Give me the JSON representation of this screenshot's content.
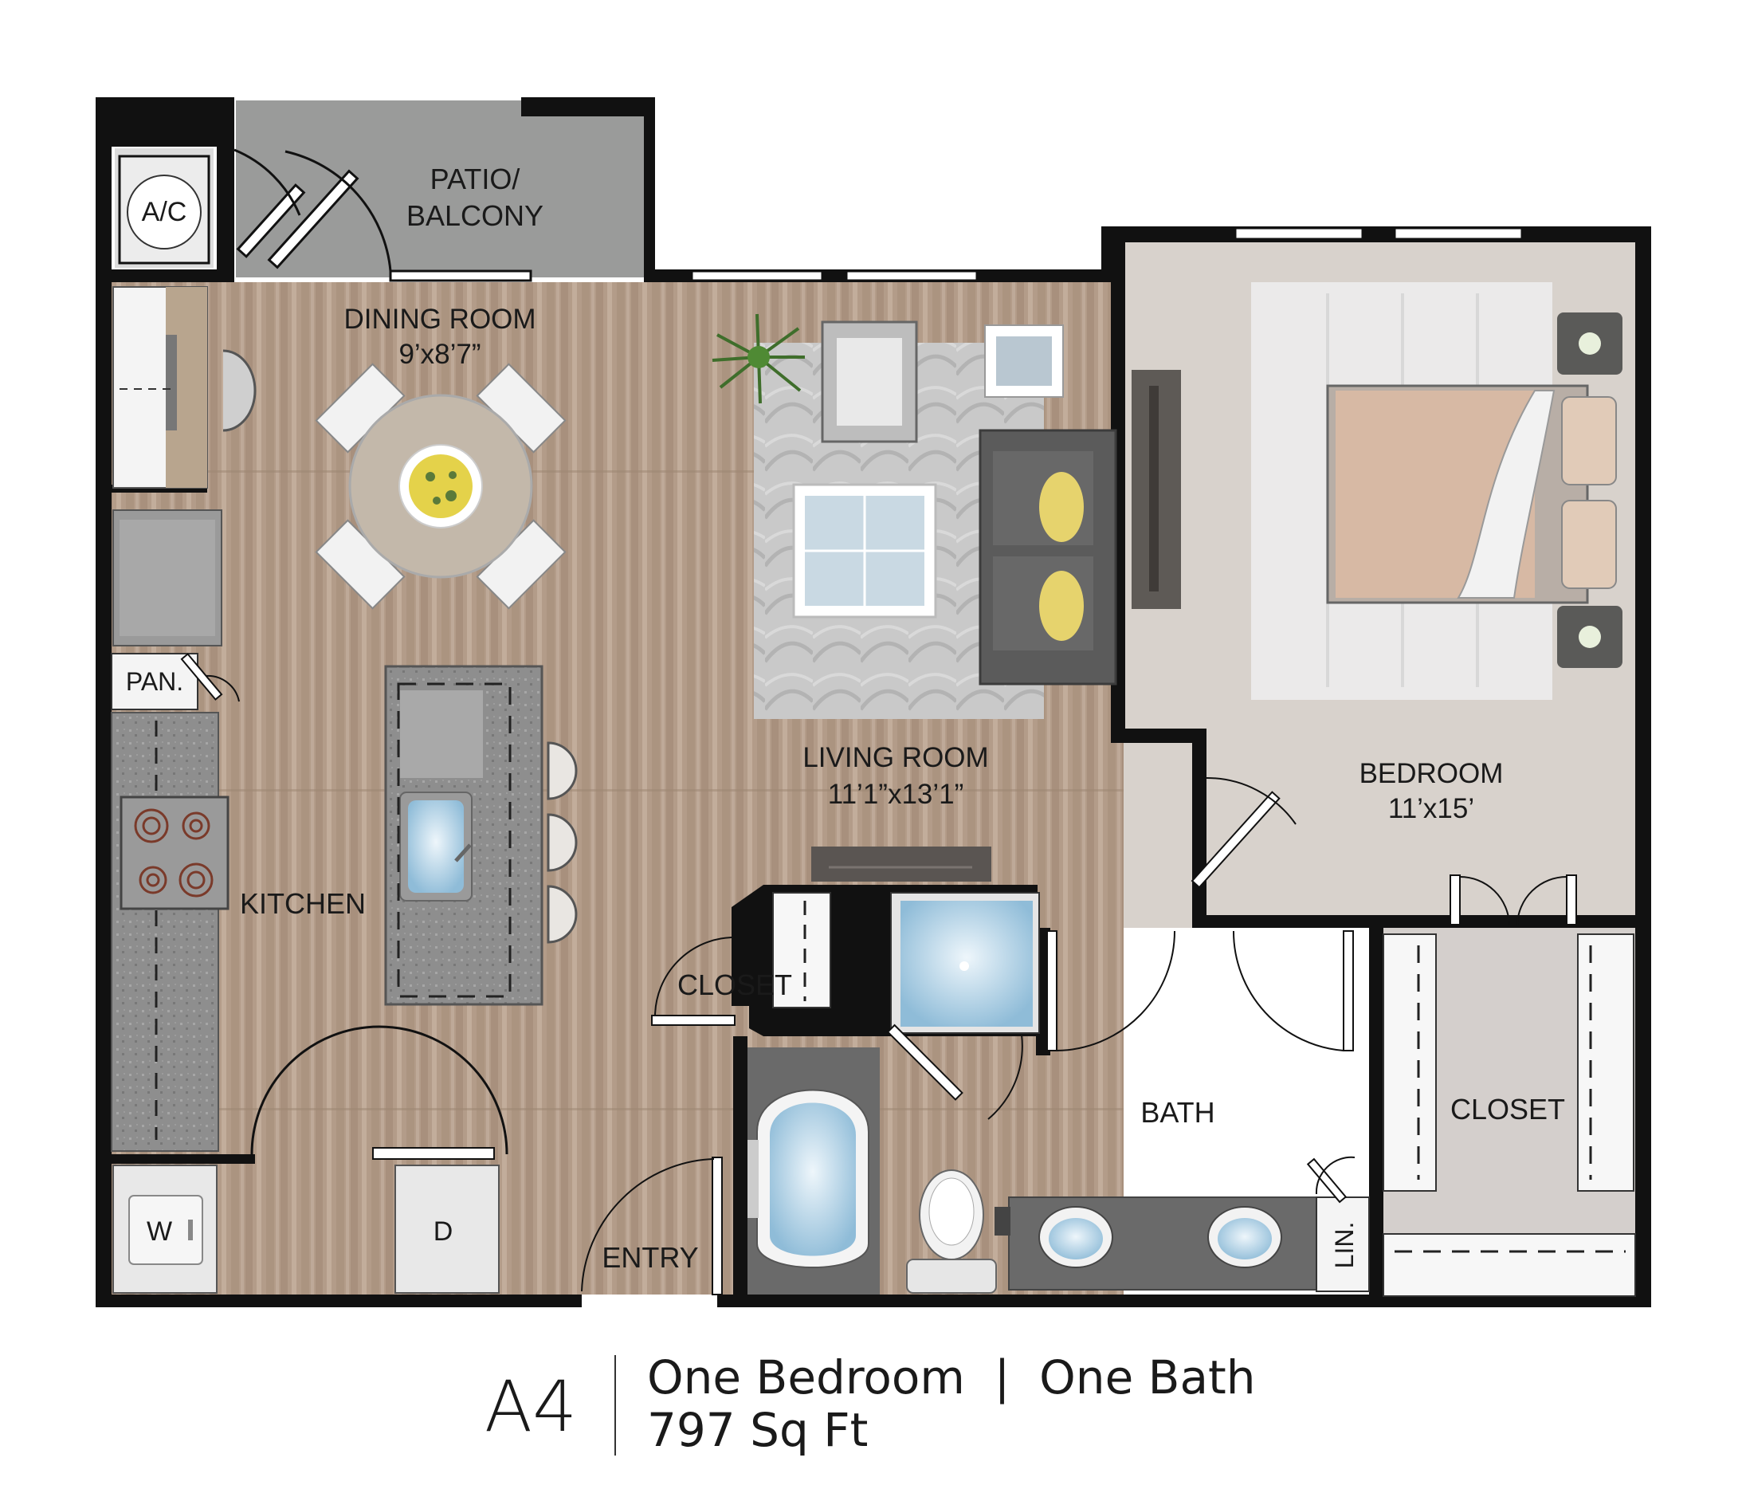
{
  "labels": {
    "ac": "A/C",
    "patio_line1": "PATIO/",
    "patio_line2": "BALCONY",
    "dining_name": "DINING ROOM",
    "dining_dims": "9’x8’7”",
    "living_name": "LIVING ROOM",
    "living_dims": "11’1”x13’1”",
    "bedroom_name": "BEDROOM",
    "bedroom_dims": "11’x15’",
    "kitchen": "KITCHEN",
    "pantry": "PAN.",
    "closet_entry": "CLOSET",
    "closet_bedroom": "CLOSET",
    "bath": "BATH",
    "entry": "ENTRY",
    "linen": "LIN.",
    "washer": "W",
    "dryer": "D"
  },
  "caption": {
    "unit": "A4",
    "type": "One Bedroom  |  One Bath",
    "area": "797 Sq Ft"
  },
  "colors": {
    "wall": "#111111",
    "wood": "#b39c89",
    "bedroom_floor": "#d3ccc7",
    "patio": "#9a9b9a",
    "counter": "#8f8f8f",
    "sofa": "#5b5b5b",
    "pillow": "#e6d36d"
  }
}
